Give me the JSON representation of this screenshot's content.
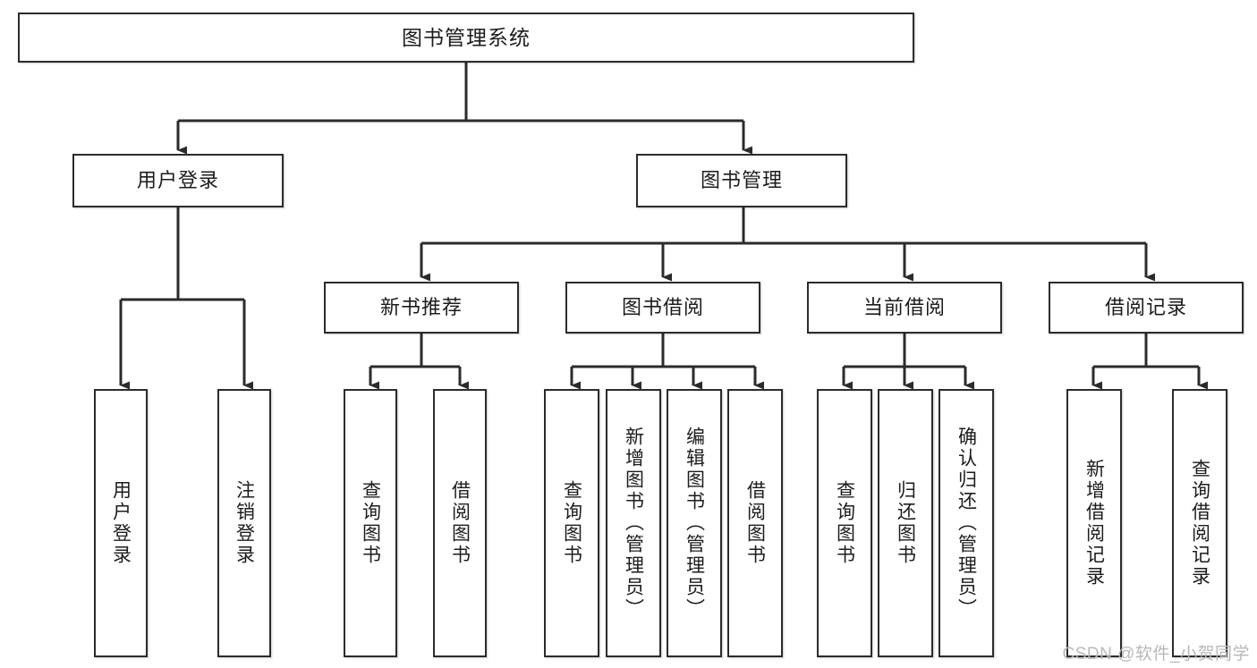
{
  "diagram": {
    "title": "图书管理系统",
    "type": "tree",
    "orientation": "top-down",
    "colors": {
      "node_border": "#2b2b2b",
      "node_fill": "#ffffff",
      "edge": "#2b2b2b",
      "text": "#1c1c1c",
      "watermark": "#b9b9b9",
      "background": "#ffffff"
    }
  },
  "root": {
    "label": "图书管理系统"
  },
  "level2": [
    {
      "label": "用户登录"
    },
    {
      "label": "图书管理"
    }
  ],
  "level3": [
    {
      "label": "新书推荐"
    },
    {
      "label": "图书借阅"
    },
    {
      "label": "当前借阅"
    },
    {
      "label": "借阅记录"
    }
  ],
  "leaves": {
    "user_login": [
      {
        "label": "用户登录"
      },
      {
        "label": "注销登录"
      }
    ],
    "new_book": [
      {
        "label": "查询图书"
      },
      {
        "label": "借阅图书"
      }
    ],
    "book_borrow": [
      {
        "label": "查询图书"
      },
      {
        "label": "新增图书（管理员）"
      },
      {
        "label": "编辑图书（管理员）"
      },
      {
        "label": "借阅图书"
      }
    ],
    "current_borrow": [
      {
        "label": "查询图书"
      },
      {
        "label": "归还图书"
      },
      {
        "label": "确认归还（管理员）"
      }
    ],
    "borrow_record": [
      {
        "label": "新增借阅记录"
      },
      {
        "label": "查询借阅记录"
      }
    ]
  },
  "watermark": {
    "text": "CSDN @软件_小贺同学"
  }
}
